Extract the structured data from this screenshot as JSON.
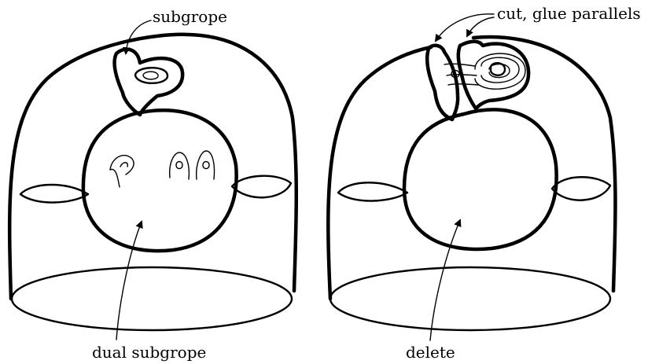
{
  "left_panel": {
    "labels": {
      "subgrope": "subgrope",
      "dual_subgrope": "dual subgrope"
    },
    "disk_fill": "#c4c4c4"
  },
  "right_panel": {
    "labels": {
      "cut_glue": "cut, glue parallels",
      "delete": "delete"
    }
  }
}
